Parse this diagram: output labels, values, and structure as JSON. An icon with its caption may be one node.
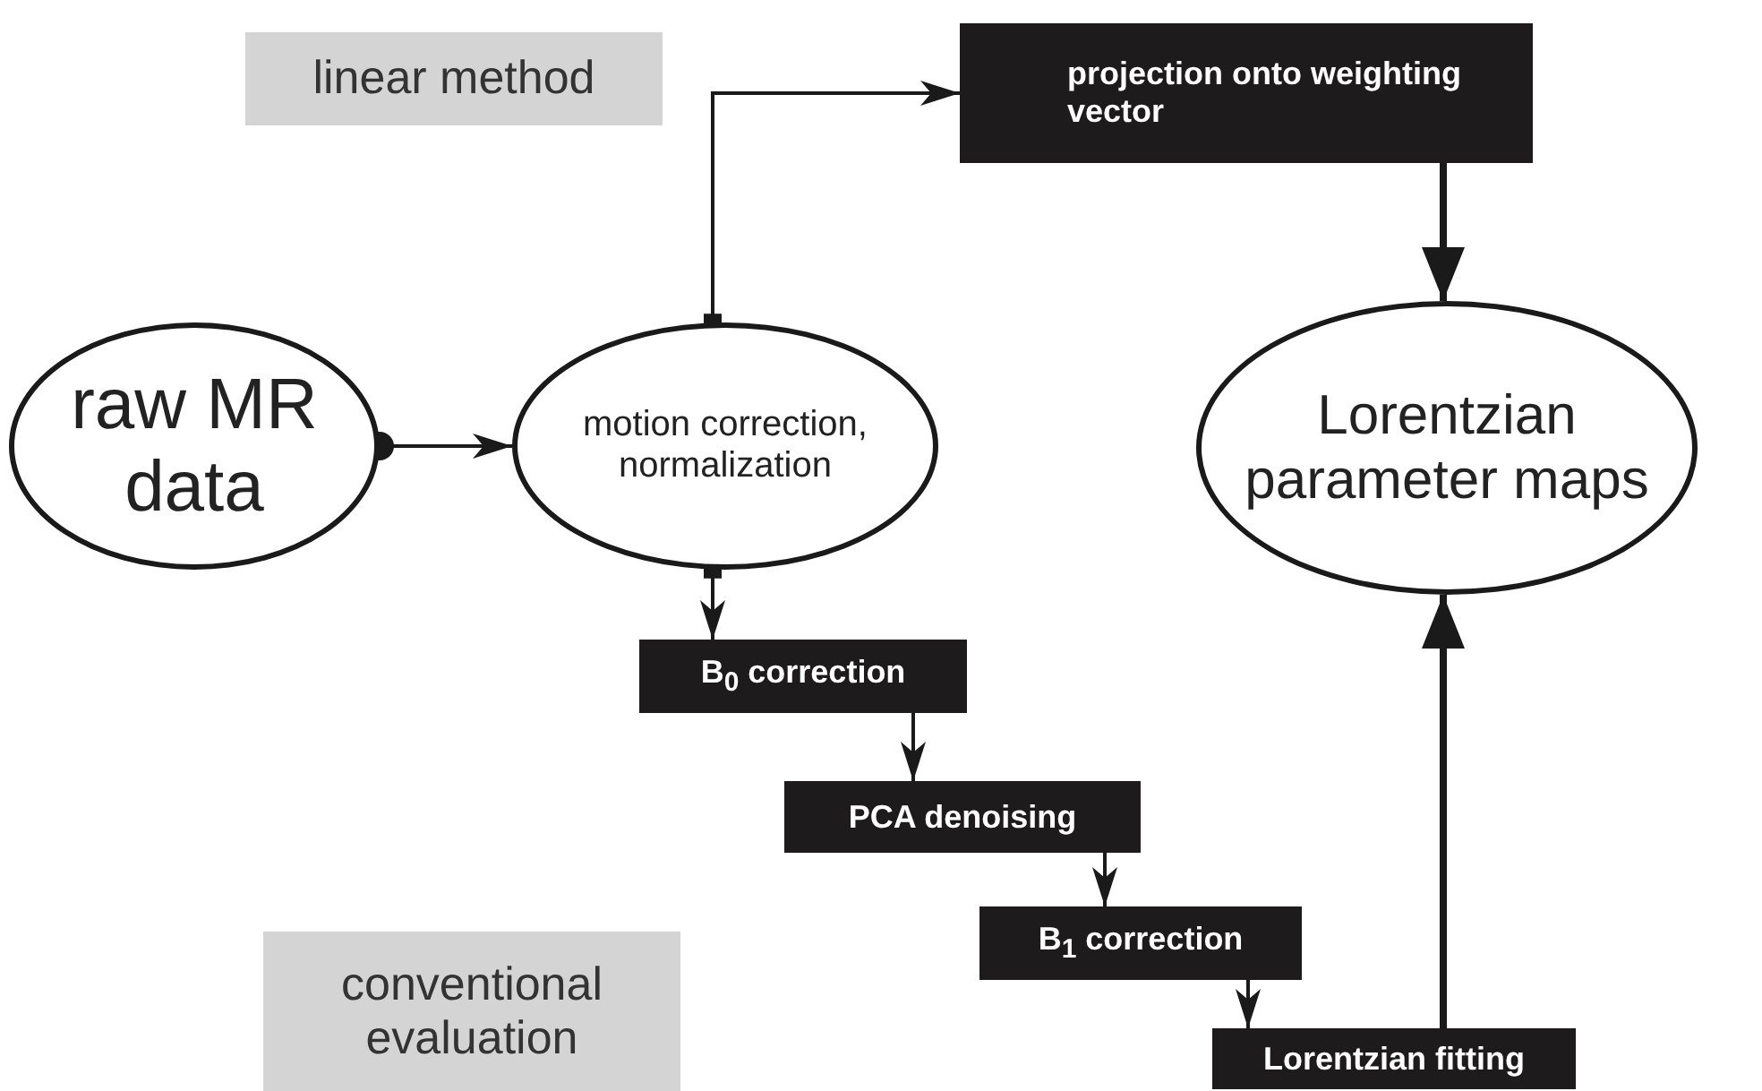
{
  "diagram": {
    "nodes": [
      {
        "text": [
          "linear method"
        ]
      },
      {
        "text": [
          "projection onto weighting vector"
        ]
      },
      {
        "text": [
          "raw MR data"
        ]
      },
      {
        "text": [
          "motion correction, normalization"
        ]
      },
      {
        "text": [
          "Lorentzian parameter maps"
        ]
      },
      {
        "text": [
          "B$_{0}$ correction"
        ]
      },
      {
        "text": [
          "PCA denoising"
        ]
      },
      {
        "text": [
          "B$_{1}$ correction"
        ]
      },
      {
        "text": [
          "conventional evaluation"
        ]
      },
      {
        "text": [
          "Lorentzian fitting"
        ]
      }
    ],
    "edges": [
      {
        "from": 2,
        "to": 3,
        "arrow": "to"
      },
      {
        "from": 3,
        "to": 1,
        "arrow": "to"
      },
      {
        "from": 1,
        "to": 4,
        "arrow": "to",
        "style": "thick"
      },
      {
        "from": 3,
        "to": 5,
        "arrow": "to"
      },
      {
        "from": 5,
        "to": 6,
        "arrow": "to"
      },
      {
        "from": 6,
        "to": 7,
        "arrow": "to"
      },
      {
        "from": 7,
        "to": 9,
        "arrow": "to"
      },
      {
        "from": 9,
        "to": 4,
        "arrow": "to",
        "style": "thick"
      }
    ]
  }
}
